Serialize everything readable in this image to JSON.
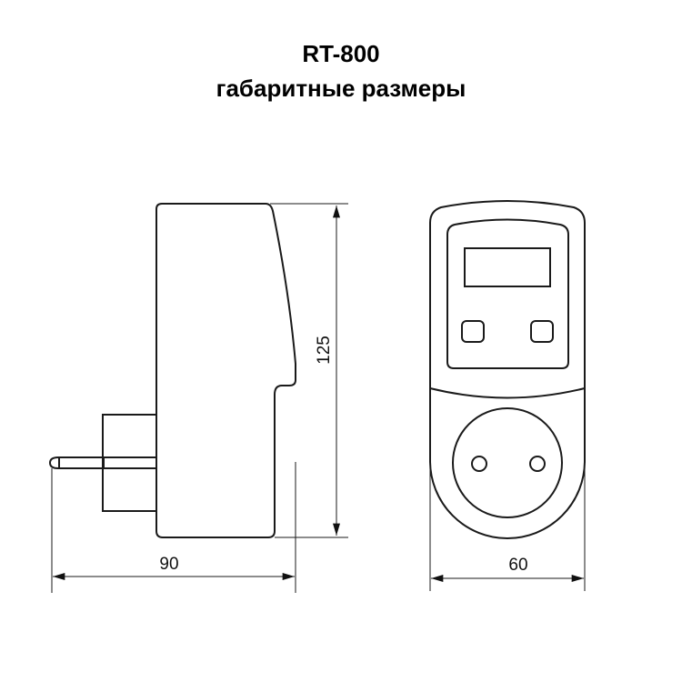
{
  "header": {
    "title": "RT-800",
    "subtitle": "габаритные размеры"
  },
  "dimensions": {
    "height": "125",
    "depth": "90",
    "width": "60"
  }
}
